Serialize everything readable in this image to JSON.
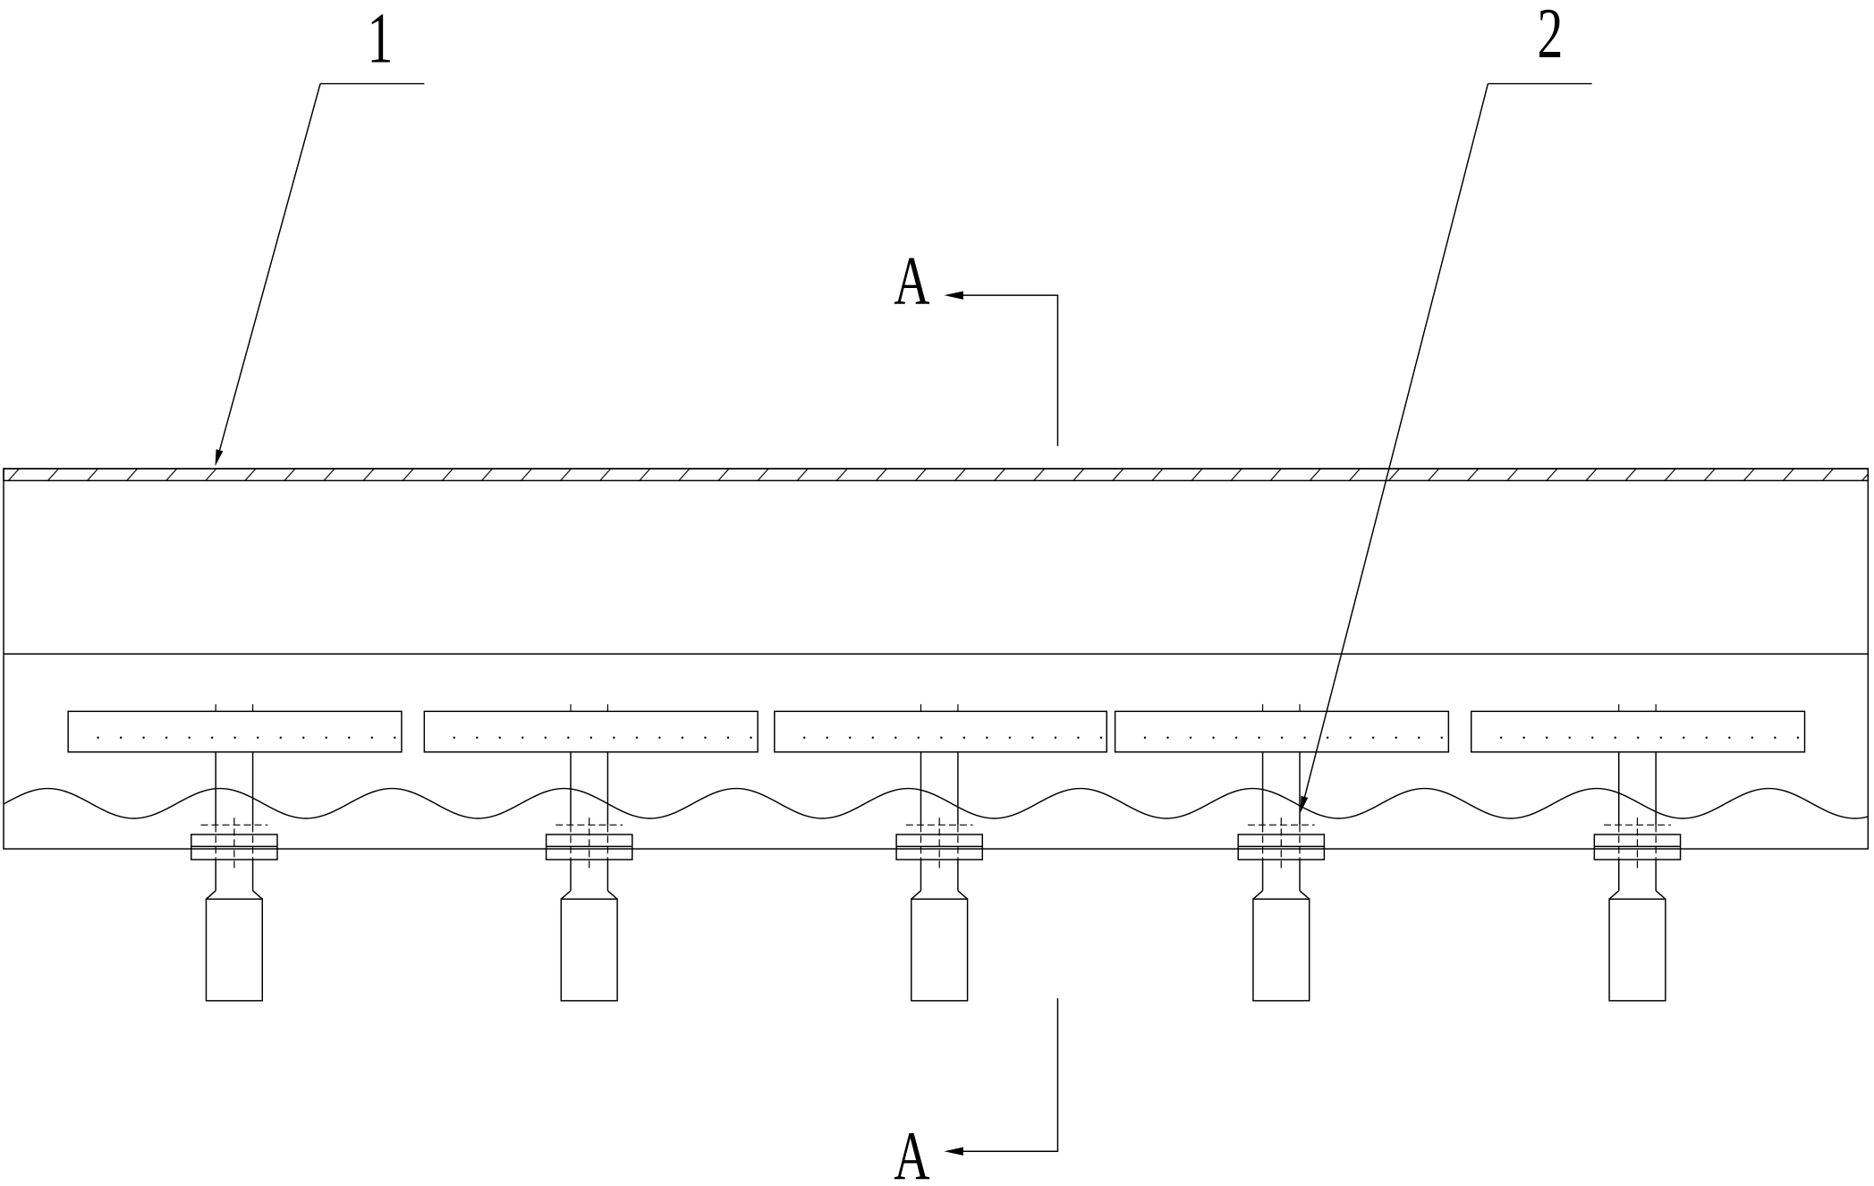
{
  "labels": {
    "reference_1": "1",
    "reference_2": "2",
    "section_top": "A",
    "section_bottom": "A"
  },
  "colors": {
    "line": "#000000",
    "background": "#ffffff"
  }
}
